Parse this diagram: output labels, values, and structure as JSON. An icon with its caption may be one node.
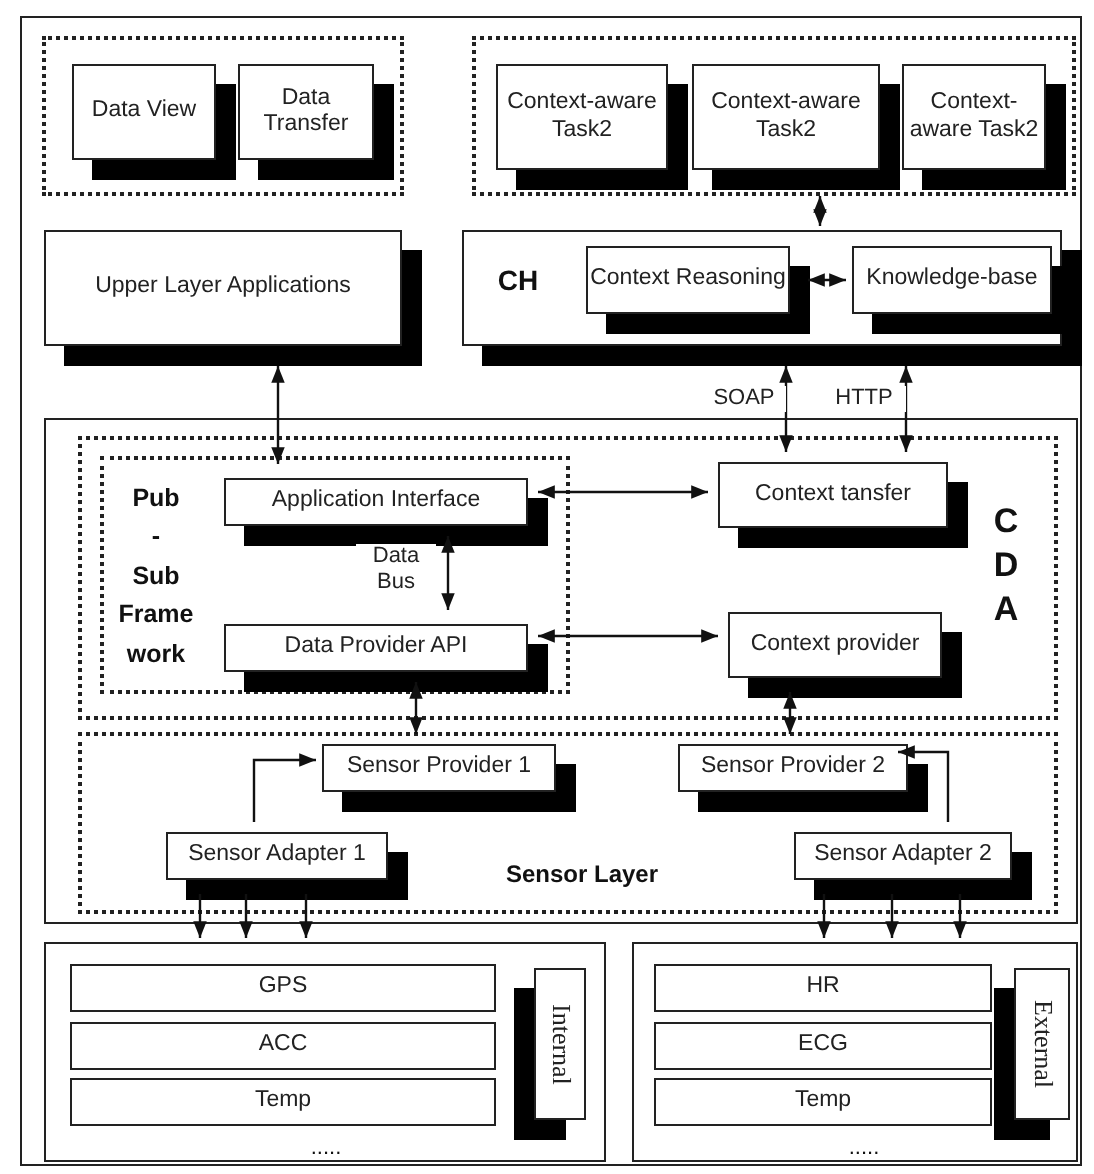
{
  "diagram": {
    "nodes": [
      {
        "text": [],
        "shape": "box"
      },
      {
        "text": [],
        "shape": "box",
        "in": 0
      },
      {
        "text": [
          "Data View"
        ],
        "in": 1
      },
      {
        "text": [
          "Data Transfer"
        ],
        "in": 1
      },
      {
        "text": [],
        "shape": "box",
        "in": 0
      },
      {
        "text": [
          "Context-aware Task2"
        ],
        "in": 4
      },
      {
        "text": [
          "Context-aware Task2"
        ],
        "in": 4
      },
      {
        "text": [
          "Context-aware Task2"
        ],
        "in": 4
      },
      {
        "text": [
          "Upper Layer Applications"
        ],
        "in": 0
      },
      {
        "text": [
          "CH"
        ],
        "in": 0
      },
      {
        "text": [
          "Context Reasoning"
        ],
        "in": 9
      },
      {
        "text": [
          "Knowledge-base"
        ],
        "in": 9
      },
      {
        "text": [],
        "shape": "box",
        "in": 0
      },
      {
        "text": [
          "C D A"
        ],
        "in": 12
      },
      {
        "text": [
          "Pub - Sub Frame work"
        ],
        "in": 13
      },
      {
        "text": [
          "Application Interface"
        ],
        "in": 14
      },
      {
        "text": [
          "Data Provider API"
        ],
        "in": 14
      },
      {
        "text": [
          "Context tansfer"
        ],
        "in": 13
      },
      {
        "text": [
          "Context provider"
        ],
        "in": 13
      },
      {
        "text": [
          "Sensor Layer"
        ],
        "in": 12
      },
      {
        "text": [
          "Sensor Provider 1"
        ],
        "in": 19
      },
      {
        "text": [
          "Sensor Provider 2"
        ],
        "in": 19
      },
      {
        "text": [
          "Sensor Adapter 1"
        ],
        "in": 19
      },
      {
        "text": [
          "Sensor Adapter 2"
        ],
        "in": 19
      },
      {
        "text": [],
        "shape": "box",
        "in": 0
      },
      {
        "text": [
          "GPS"
        ],
        "in": 24
      },
      {
        "text": [
          "ACC"
        ],
        "in": 24
      },
      {
        "text": [
          "Temp"
        ],
        "in": 24
      },
      {
        "text": [
          "Internal"
        ],
        "in": 24
      },
      {
        "text": [],
        "shape": "box",
        "in": 0
      },
      {
        "text": [
          "HR"
        ],
        "in": 29
      },
      {
        "text": [
          "ECG"
        ],
        "in": 29
      },
      {
        "text": [
          "Temp"
        ],
        "in": 29
      },
      {
        "text": [
          "External"
        ],
        "in": 29
      }
    ],
    "edges": [
      {
        "from": 4,
        "to": 9,
        "arrow": "both"
      },
      {
        "from": 10,
        "to": 11,
        "arrow": "both"
      },
      {
        "from": 8,
        "to": 15,
        "arrow": "both"
      },
      {
        "from": 9,
        "to": 17,
        "arrow": "both",
        "label": "SOAP"
      },
      {
        "from": 9,
        "to": 17,
        "arrow": "both",
        "label": "HTTP"
      },
      {
        "from": 15,
        "to": 17,
        "arrow": "both"
      },
      {
        "from": 15,
        "to": 16,
        "arrow": "both",
        "label": "Data Bus"
      },
      {
        "from": 16,
        "to": 18,
        "arrow": "both"
      },
      {
        "from": 16,
        "to": 20,
        "arrow": "both"
      },
      {
        "from": 18,
        "to": 21,
        "arrow": "both"
      },
      {
        "from": 22,
        "to": 20,
        "arrow": "to"
      },
      {
        "from": 23,
        "to": 21,
        "arrow": "to"
      },
      {
        "from": 22,
        "to": 24,
        "arrow": "to"
      },
      {
        "from": 22,
        "to": 24,
        "arrow": "to"
      },
      {
        "from": 22,
        "to": 24,
        "arrow": "to"
      },
      {
        "from": 23,
        "to": 29,
        "arrow": "to"
      },
      {
        "from": 23,
        "to": 29,
        "arrow": "to"
      },
      {
        "from": 23,
        "to": 29,
        "arrow": "to"
      }
    ],
    "labels": [
      ".....",
      "....."
    ]
  }
}
